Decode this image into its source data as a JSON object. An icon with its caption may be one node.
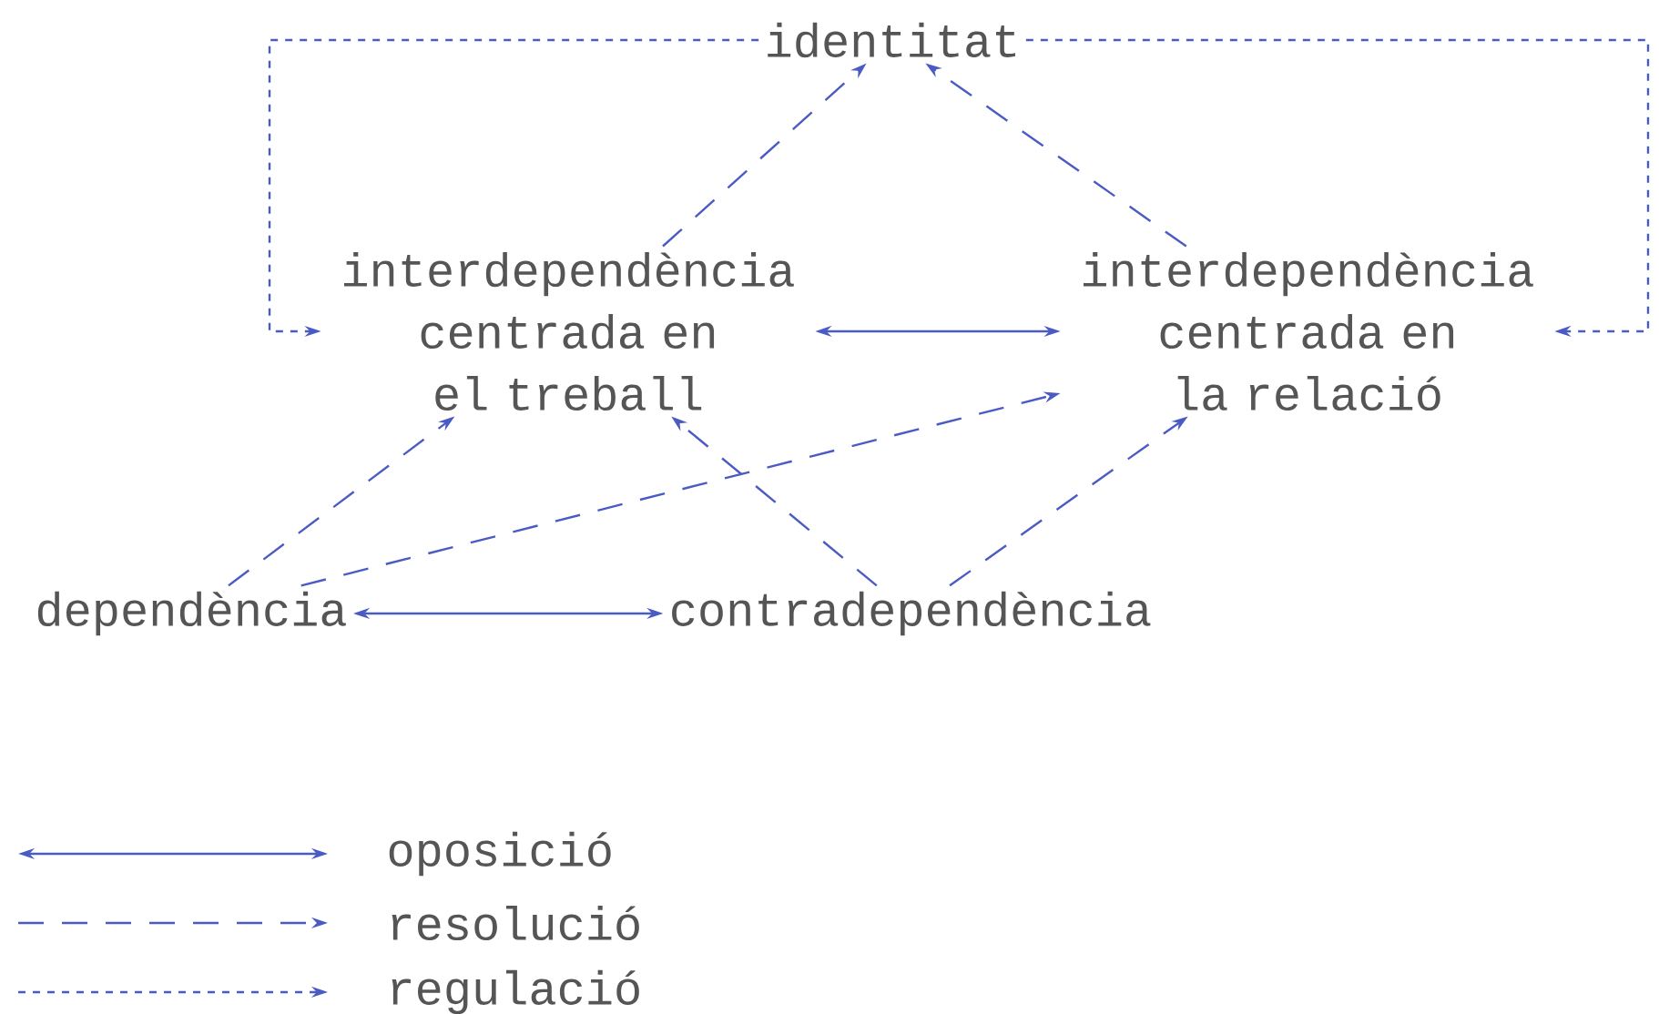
{
  "diagram": {
    "nodes": [
      {
        "text": [
          "identitat"
        ]
      },
      {
        "text": [
          "interdependència centrada en el treball"
        ]
      },
      {
        "text": [
          "interdependència centrada en la relació"
        ]
      },
      {
        "text": [
          "dependència"
        ]
      },
      {
        "text": [
          "contradependència"
        ]
      }
    ],
    "edges": [
      {
        "from": 1,
        "to": 0,
        "arrow": "to",
        "style": "dashed"
      },
      {
        "from": 2,
        "to": 0,
        "arrow": "to",
        "style": "dashed"
      },
      {
        "from": 0,
        "to": 1,
        "arrow": "to",
        "style": "dashed"
      },
      {
        "from": 0,
        "to": 2,
        "arrow": "to",
        "style": "dashed"
      },
      {
        "from": 1,
        "to": 2,
        "arrow": "both"
      },
      {
        "from": 3,
        "to": 1,
        "arrow": "to",
        "style": "dashed"
      },
      {
        "from": 3,
        "to": 2,
        "arrow": "to",
        "style": "dashed"
      },
      {
        "from": 4,
        "to": 1,
        "arrow": "to",
        "style": "dashed"
      },
      {
        "from": 4,
        "to": 2,
        "arrow": "to",
        "style": "dashed"
      },
      {
        "from": 3,
        "to": 4,
        "arrow": "both"
      }
    ],
    "legend": [
      {
        "text": "oposició"
      },
      {
        "text": "resolució"
      },
      {
        "text": "regulació"
      }
    ]
  }
}
